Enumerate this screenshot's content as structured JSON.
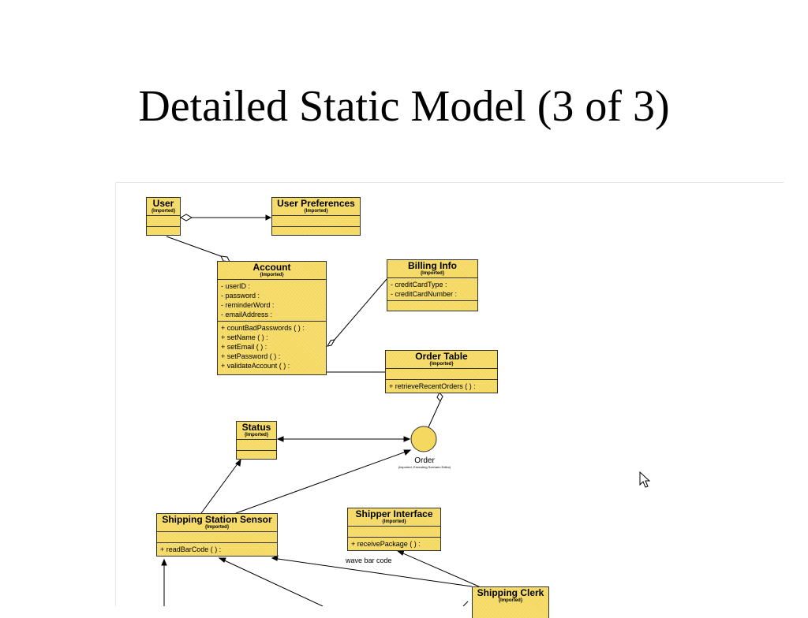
{
  "slide": {
    "title": "Detailed Static Model (3 of 3)"
  },
  "classes": {
    "user": {
      "name": "User",
      "stereotype": "{Imported}",
      "attributes": [],
      "operations": []
    },
    "user_preferences": {
      "name": "User Preferences",
      "stereotype": "{Imported}",
      "attributes": [],
      "operations": []
    },
    "account": {
      "name": "Account",
      "stereotype": "{Imported}",
      "attributes": [
        "- userID :",
        "- password :",
        "- reminderWord :",
        "- emailAddress :"
      ],
      "operations": [
        "+ countBadPasswords ( ) :",
        "+ setName ( ) :",
        "+ setEmail ( ) :",
        "+ setPassword ( ) :",
        "+ validateAccount ( ) :"
      ]
    },
    "billing_info": {
      "name": "Billing Info",
      "stereotype": "{Imported}",
      "attributes": [
        "- creditCardType :",
        "- creditCardNumber :"
      ],
      "operations": []
    },
    "order_table": {
      "name": "Order Table",
      "stereotype": "{Imported}",
      "attributes": [],
      "operations": [
        "+ retrieveRecentOrders ( ) :"
      ]
    },
    "status": {
      "name": "Status",
      "stereotype": "{Imported}",
      "attributes": [],
      "operations": []
    },
    "order": {
      "name": "Order",
      "stereotype": "(Imported, Executing Scenario Editor)"
    },
    "shipping_station_sensor": {
      "name": "Shipping Station Sensor",
      "stereotype": "{Imported}",
      "attributes": [],
      "operations": [
        "+ readBarCode ( ) :"
      ]
    },
    "shipper_interface": {
      "name": "Shipper Interface",
      "stereotype": "{Imported}",
      "attributes": [],
      "operations": [
        "+ receivePackage ( ) :"
      ]
    },
    "shipping_clerk": {
      "name": "Shipping Clerk",
      "stereotype": "{Imported}"
    }
  },
  "associations": {
    "wave_bar_code_label": "wave bar code"
  },
  "colors": {
    "class_fill": "#f4d860",
    "class_border": "#333333",
    "line": "#000000"
  }
}
